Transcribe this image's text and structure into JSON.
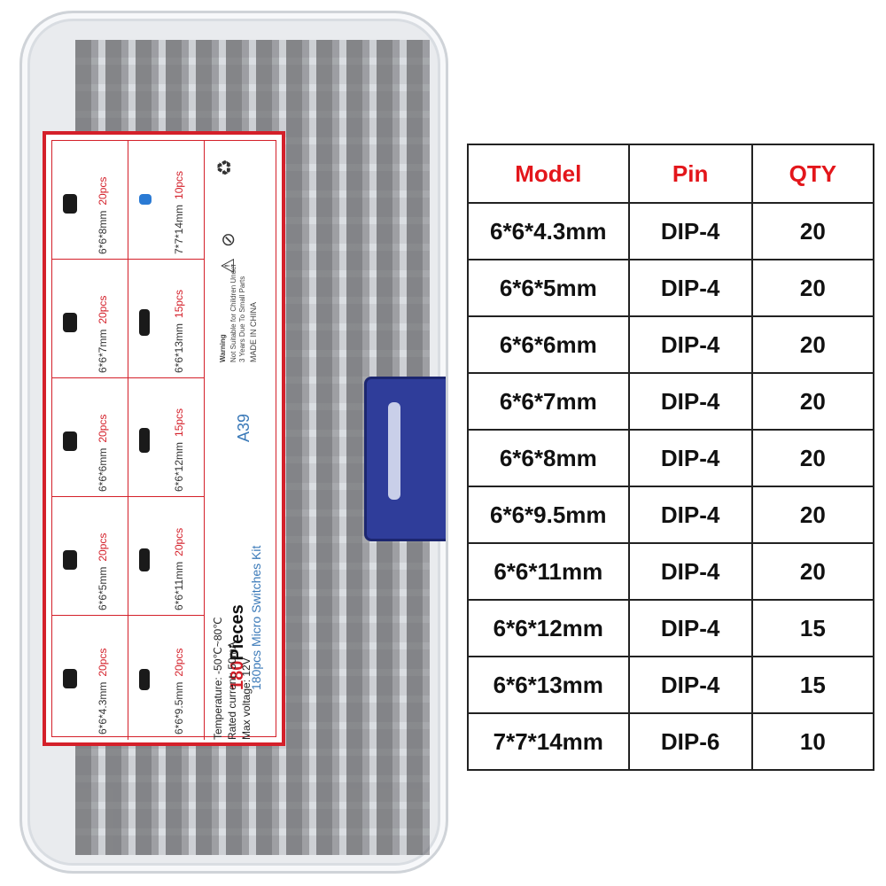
{
  "table": {
    "headers": [
      "Model",
      "Pin",
      "QTY"
    ],
    "rows": [
      [
        "6*6*4.3mm",
        "DIP-4",
        "20"
      ],
      [
        "6*6*5mm",
        "DIP-4",
        "20"
      ],
      [
        "6*6*6mm",
        "DIP-4",
        "20"
      ],
      [
        "6*6*7mm",
        "DIP-4",
        "20"
      ],
      [
        "6*6*8mm",
        "DIP-4",
        "20"
      ],
      [
        "6*6*9.5mm",
        "DIP-4",
        "20"
      ],
      [
        "6*6*11mm",
        "DIP-4",
        "20"
      ],
      [
        "6*6*12mm",
        "DIP-4",
        "15"
      ],
      [
        "6*6*13mm",
        "DIP-4",
        "15"
      ],
      [
        "7*7*14mm",
        "DIP-6",
        "10"
      ]
    ]
  },
  "label": {
    "left_column": [
      {
        "size": "6*6*8mm",
        "qty": "20pcs"
      },
      {
        "size": "6*6*7mm",
        "qty": "20pcs"
      },
      {
        "size": "6*6*6mm",
        "qty": "20pcs"
      },
      {
        "size": "6*6*5mm",
        "qty": "20pcs"
      },
      {
        "size": "6*6*4.3mm",
        "qty": "20pcs"
      }
    ],
    "middle_column": [
      {
        "size": "7*7*14mm",
        "qty": "10pcs"
      },
      {
        "size": "6*6*13mm",
        "qty": "15pcs"
      },
      {
        "size": "6*6*12mm",
        "qty": "15pcs"
      },
      {
        "size": "6*6*11mm",
        "qty": "20pcs"
      },
      {
        "size": "6*6*9.5mm",
        "qty": "20pcs"
      }
    ],
    "made_in": "MADE IN CHINA",
    "warning_line1": "Not Suitable for Children Under",
    "warning_line2": "3 Years Due To Small Parts",
    "warning_word": "Warning",
    "model_code": "A39",
    "title_number": "180",
    "title_word": "Pieces",
    "subtitle": "180pcs Micro Switches Kit",
    "spec_temperature": "Temperature: -50℃~80℃",
    "spec_current": "Rated current: 50mA",
    "spec_voltage": "Max voltage: 12V"
  },
  "colors": {
    "header_red": "#e3161b",
    "label_red": "#d4202a",
    "accent_blue": "#3a79b8",
    "latch_blue": "#2f3d9a"
  }
}
